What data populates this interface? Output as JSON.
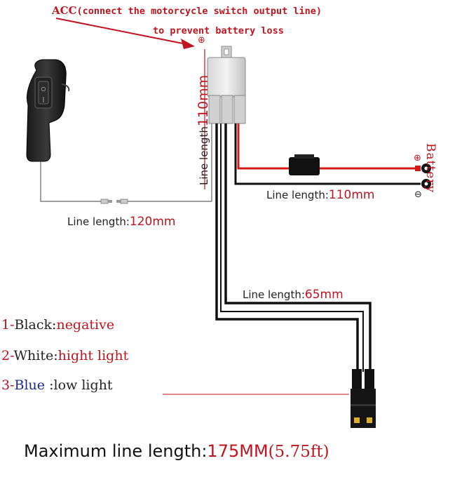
{
  "acc": {
    "line1_prefix": "ACC",
    "line1_rest": "(connect the motorcycle switch output line)",
    "line2": "to prevent battery loss"
  },
  "relay": {
    "plus_symbol": "⊕"
  },
  "relay_line": {
    "label": "Line length",
    "value": "110mm"
  },
  "switch_line": {
    "label": "Line length:",
    "value": "120mm"
  },
  "battery": {
    "label": "Battery",
    "plus_symbol": "⊕",
    "minus_symbol": "⊖",
    "line_label": "Line length:",
    "line_value": "110mm"
  },
  "output_line": {
    "label": "Line length:",
    "value": "65mm"
  },
  "legend": [
    {
      "num": "1-",
      "color_name": "Black",
      "sep": ":",
      "meaning": "negative"
    },
    {
      "num": "2-",
      "color_name": "White",
      "sep": ":",
      "meaning": "hight light"
    },
    {
      "num": "3-",
      "color_name": "Blue",
      "sep": " :",
      "meaning": "low light"
    }
  ],
  "footer": {
    "label": "Maximum line length:",
    "value": "175MM",
    "ft": "(5.75ft)"
  },
  "colors": {
    "red": "#c0141e",
    "black": "#111111",
    "blue": "#1b2a86"
  }
}
